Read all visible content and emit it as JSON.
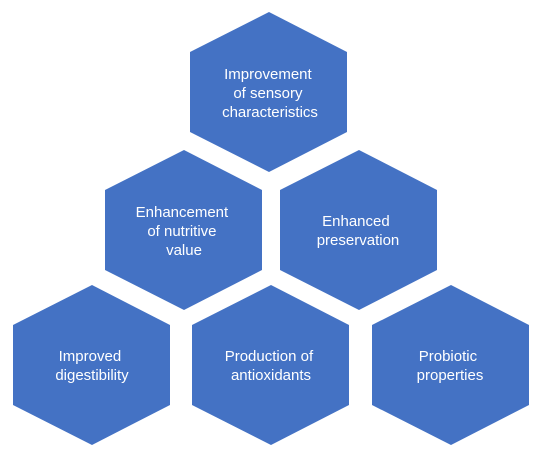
{
  "diagram": {
    "fill_color": "#4472C4",
    "text_color": "#FFFFFF",
    "hexagons": [
      {
        "lines": [
          "Improvement",
          "of sensory",
          "characteristics"
        ]
      },
      {
        "lines": [
          "Enhancement",
          "of nutritive",
          "value"
        ]
      },
      {
        "lines": [
          "Enhanced",
          "preservation"
        ]
      },
      {
        "lines": [
          "Improved",
          "digestibility"
        ]
      },
      {
        "lines": [
          "Production of",
          "antioxidants"
        ]
      },
      {
        "lines": [
          "Probiotic",
          "properties"
        ]
      }
    ]
  }
}
